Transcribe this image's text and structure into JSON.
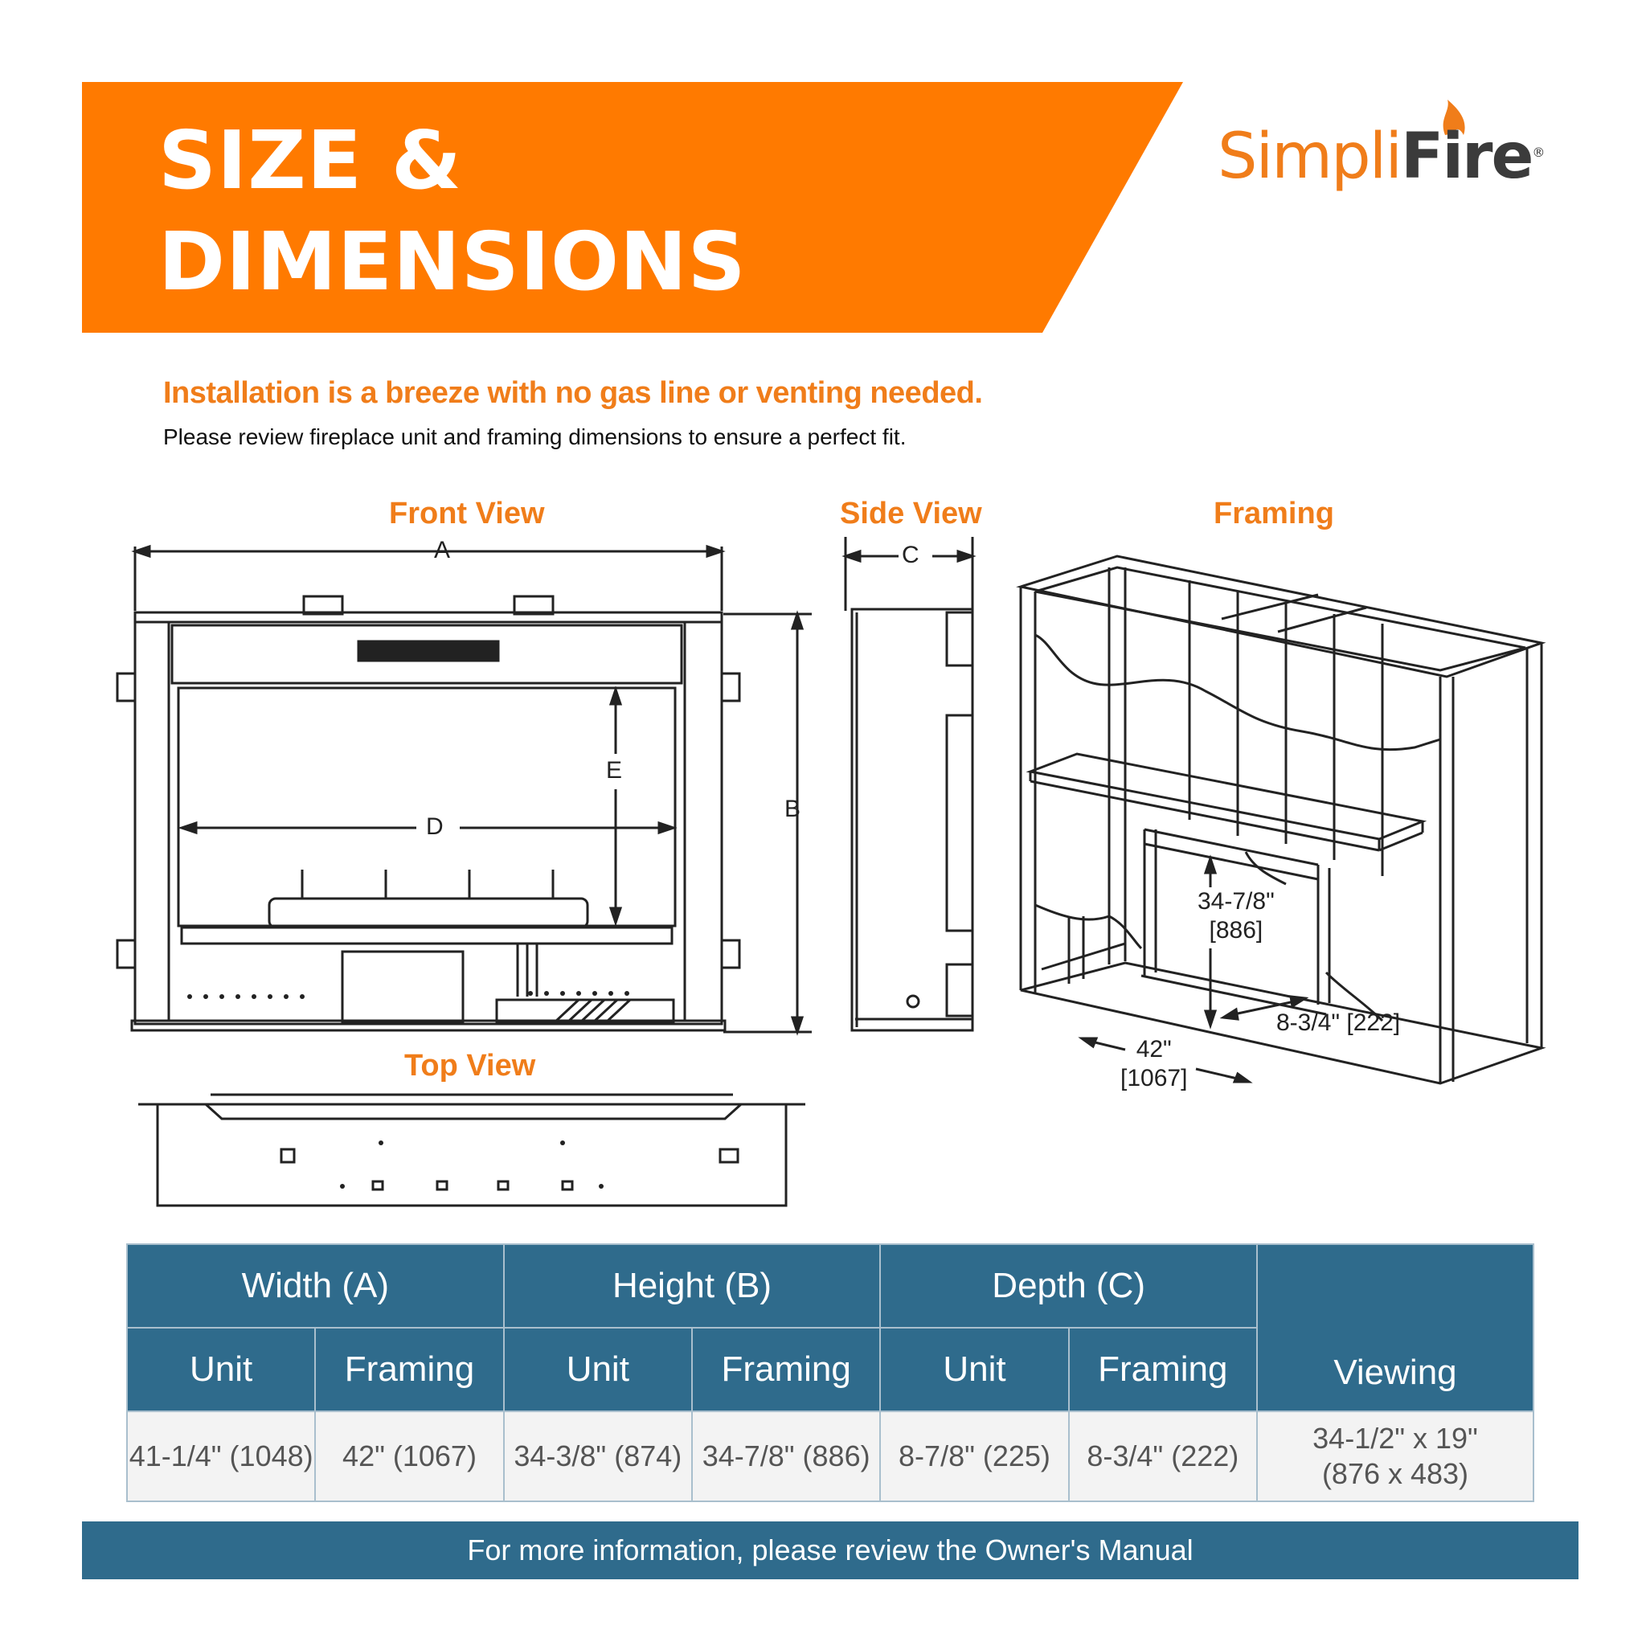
{
  "banner": {
    "title_line1": "SIZE &",
    "title_line2": "DIMENSIONS",
    "color": "#ff7a00"
  },
  "logo": {
    "part1": "Simpli",
    "part2": "Fire",
    "reg": "®",
    "icon": "flame-icon"
  },
  "intro": {
    "headline": "Installation is a breeze with no gas line or venting needed.",
    "subline": "Please review fireplace unit and framing dimensions to ensure a perfect fit."
  },
  "views": {
    "front": "Front View",
    "side": "Side View",
    "framing": "Framing",
    "top": "Top View"
  },
  "labels": {
    "a": "A",
    "b": "B",
    "c": "C",
    "d": "D",
    "e": "E"
  },
  "framing_dims": {
    "height_in": "34-7/8\"",
    "height_mm": "[886]",
    "width_in": "42\"",
    "width_mm": "[1067]",
    "depth": "8-3/4\" [222]"
  },
  "table": {
    "groups": [
      "Width (A)",
      "Height (B)",
      "Depth (C)"
    ],
    "sub": [
      "Unit",
      "Framing",
      "Unit",
      "Framing",
      "Unit",
      "Framing"
    ],
    "viewing_header": "Viewing",
    "values": [
      "41-1/4\" (1048)",
      "42\" (1067)",
      "34-3/8\" (874)",
      "34-7/8\" (886)",
      "8-7/8\" (225)",
      "8-3/4\" (222)"
    ],
    "viewing_line1": "34-1/2\" x 19\"",
    "viewing_line2": "(876 x 483)",
    "header_color": "#2f6b8c"
  },
  "footer": {
    "text": "For more information, please review the Owner's Manual"
  }
}
